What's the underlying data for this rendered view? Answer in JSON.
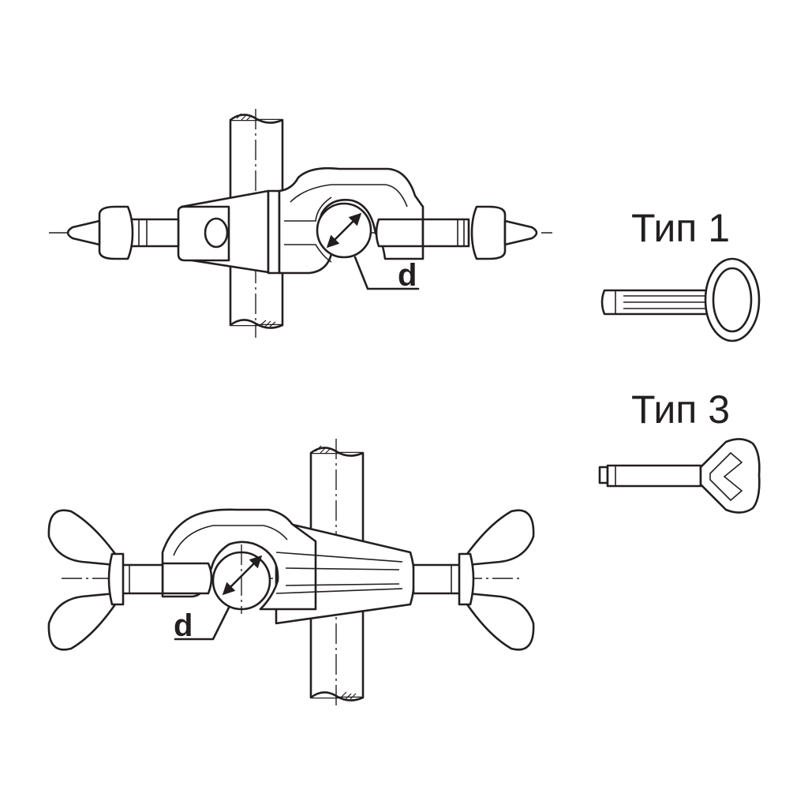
{
  "labels": {
    "type1": "Тип 1",
    "type3": "Тип 3",
    "diameter_top": "d",
    "diameter_bottom": "d"
  },
  "colors": {
    "line": "#231f20",
    "background": "#ffffff"
  }
}
